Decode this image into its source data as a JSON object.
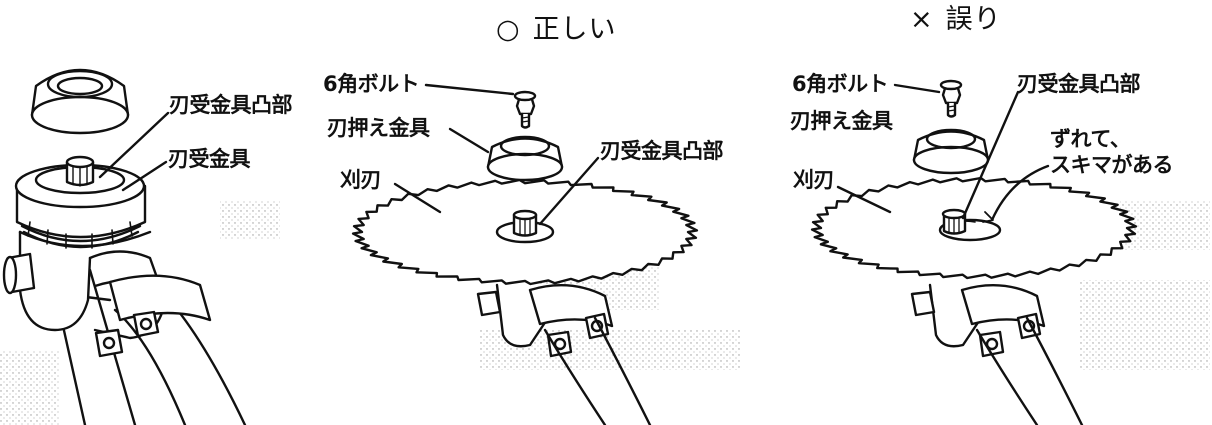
{
  "headers": {
    "correct": {
      "mark": "○",
      "text": "正しい"
    },
    "wrong": {
      "mark": "×",
      "text": "誤り"
    }
  },
  "labels": {
    "panel1_boss": "刃受金具凸部",
    "panel1_receiver": "刃受金具",
    "panel2_bolt": "6角ボルト",
    "panel2_presser": "刃押え金具",
    "panel2_boss": "刃受金具凸部",
    "panel2_blade": "刈刃",
    "panel3_bolt": "6角ボルト",
    "panel3_presser": "刃押え金具",
    "panel3_boss": "刃受金具凸部",
    "panel3_blade": "刈刃",
    "panel3_gap_line1": "ずれて、",
    "panel3_gap_line2": "スキマがある"
  },
  "colors": {
    "line": "#111111",
    "background": "#ffffff",
    "stipple": "#9a9a9a"
  }
}
